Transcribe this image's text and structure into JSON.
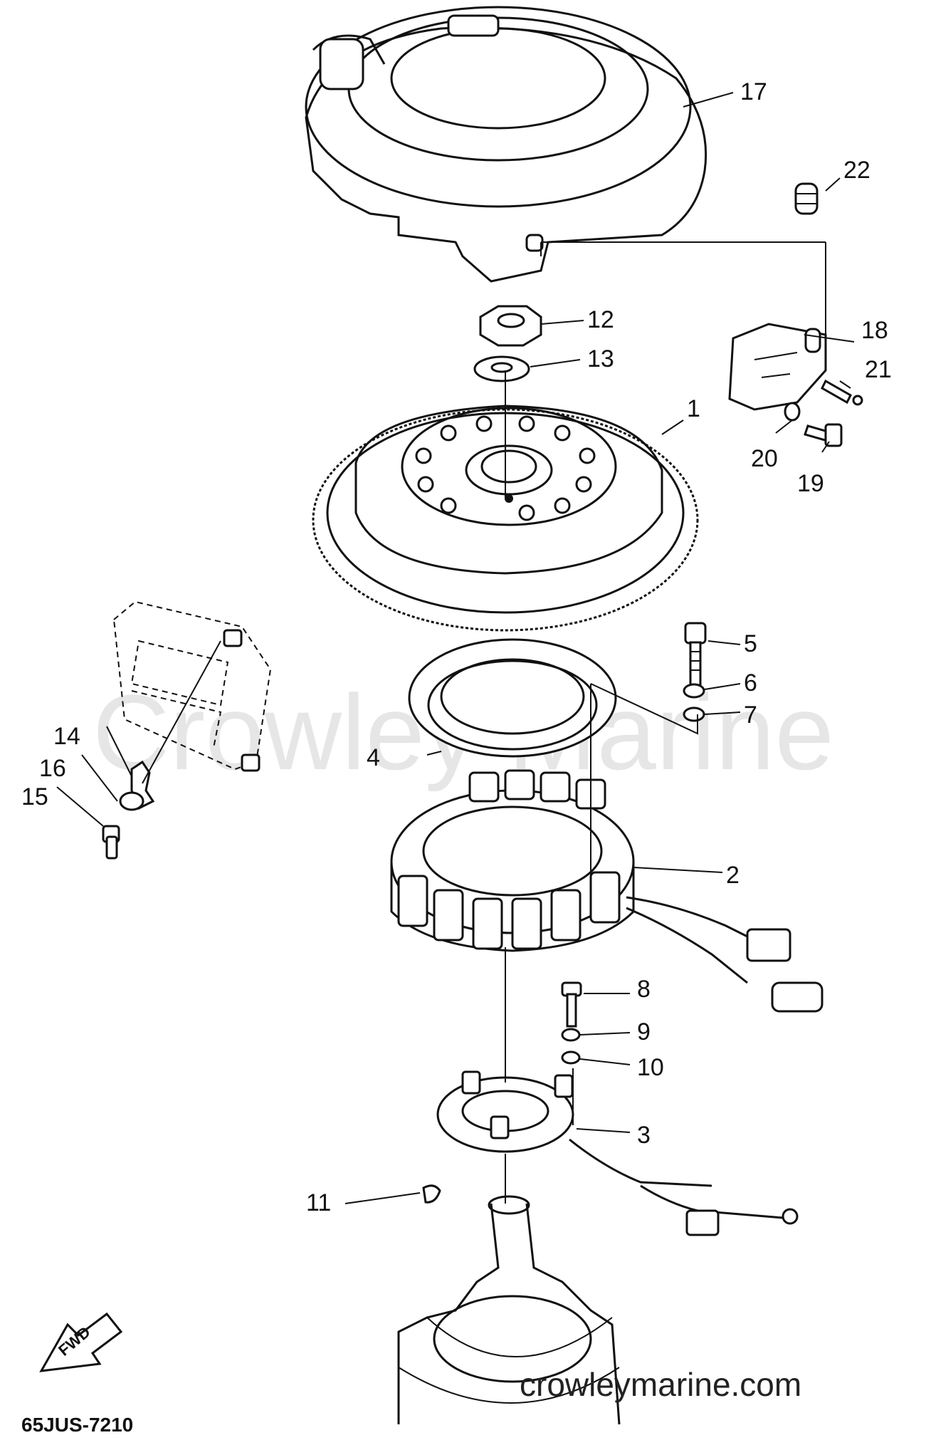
{
  "watermark": "Crowley Marine",
  "site_url": "crowleymarine.com",
  "diagram_code": "65JUS-7210",
  "fwd_label": "FWD",
  "callouts": {
    "c1": "1",
    "c2": "2",
    "c3": "3",
    "c4": "4",
    "c5": "5",
    "c6": "6",
    "c7": "7",
    "c8": "8",
    "c9": "9",
    "c10": "10",
    "c11": "11",
    "c12": "12",
    "c13": "13",
    "c14": "14",
    "c15": "15",
    "c16": "16",
    "c17": "17",
    "c18": "18",
    "c19": "19",
    "c20": "20",
    "c21": "21",
    "c22": "22"
  }
}
